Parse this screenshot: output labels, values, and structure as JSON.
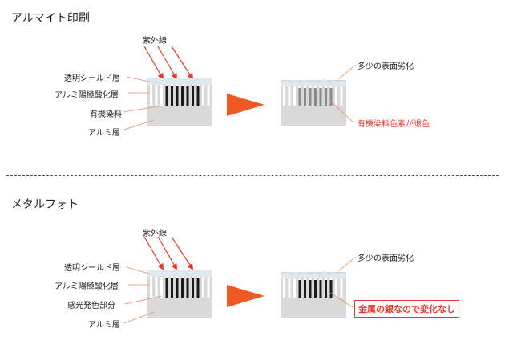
{
  "section1": {
    "title": "アルマイト印刷",
    "uv_label": "紫外線",
    "labels": [
      "透明シールド層",
      "アルミ陽極酸化層",
      "有機染料",
      "アルミ層"
    ],
    "after_top_label": "多少の表面劣化",
    "after_note": "有機染料色素が退色"
  },
  "section2": {
    "title": "メタルフォト",
    "uv_label": "紫外線",
    "labels": [
      "透明シールド層",
      "アルミ陽極酸化層",
      "感光発色部分",
      "アルミ層"
    ],
    "after_top_label": "多少の表面劣化",
    "after_note": "金属の銀なので変化なし"
  },
  "colors": {
    "accent_red": "#e83a2e",
    "arrow_orange": "#ee5a24",
    "shield_blue": "#dde8f0",
    "base_gray": "#d9d9d9",
    "dye_black": "#1a1a1a",
    "faded_gray": "#8a8a8a",
    "leader_orange": "#f08a5d"
  }
}
